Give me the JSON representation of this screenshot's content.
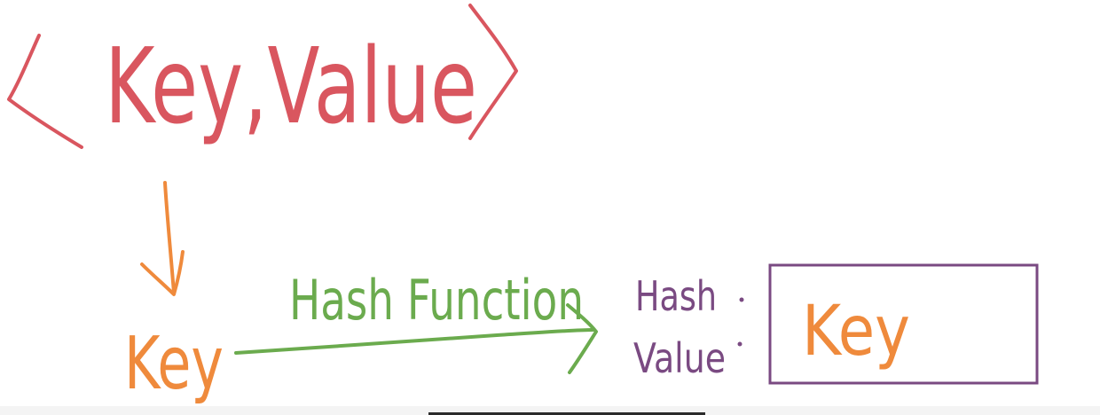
{
  "colors": {
    "pair": "#d9565f",
    "key": "#ef8a3c",
    "hash_function": "#6bab4e",
    "hash_value": "#7a4a82",
    "background": "#ffffff"
  },
  "pair": {
    "open": "<",
    "text": "Key,Value",
    "close": ">"
  },
  "key_label": "Key",
  "hash_function_label": "Hash Function",
  "hash_value": {
    "line1": "Hash",
    "line2": "Value"
  },
  "box_key_label": "Key"
}
